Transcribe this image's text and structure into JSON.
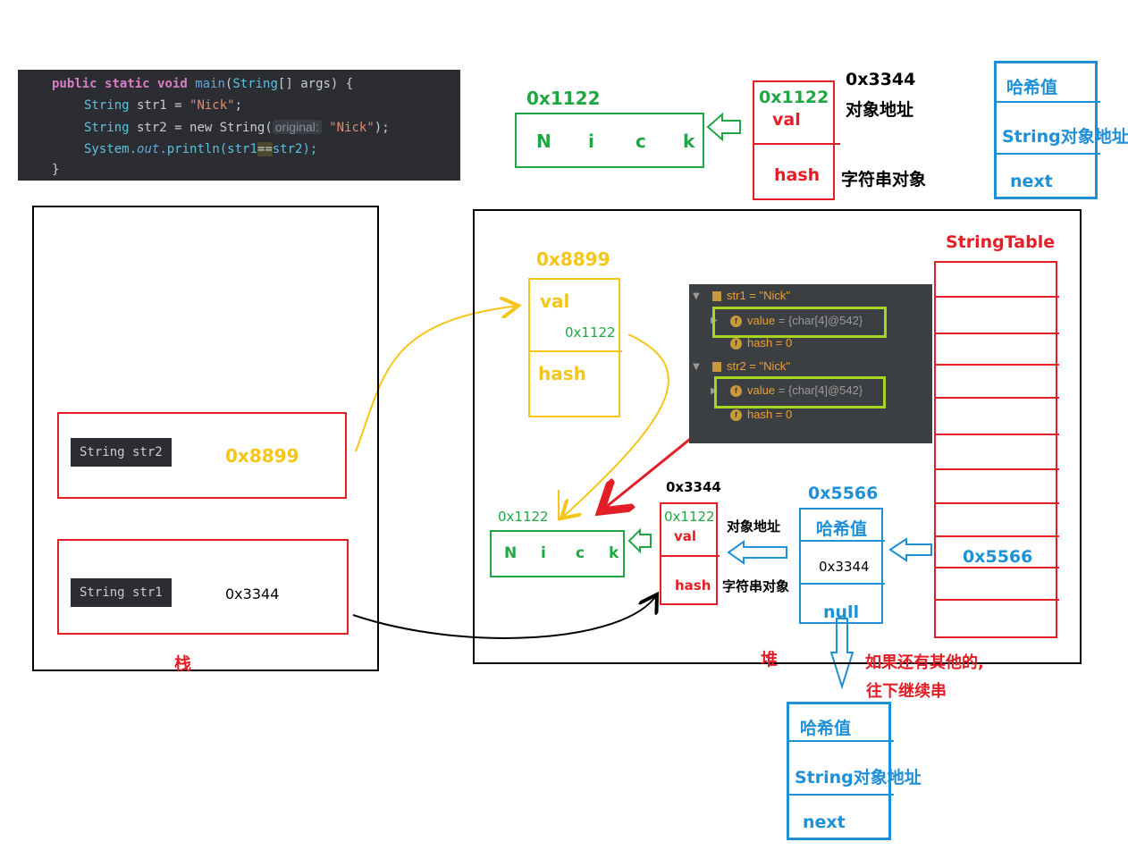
{
  "code": {
    "line1": {
      "kw1": "public",
      "kw2": "static",
      "kw3": "void",
      "fn": "main",
      "rest1": "(",
      "type": "String",
      "rest2": "[] args) {"
    },
    "line2": {
      "type": "String",
      "rest": " str1 = ",
      "str": "\"Nick\"",
      "end": ";"
    },
    "line3": {
      "type": "String",
      "rest": " str2 = ",
      "kw": "new",
      "type2": " String(",
      "hint": "original:",
      "str": "\"Nick\"",
      "end": ");"
    },
    "line4": {
      "cls": "System.",
      "out": "out",
      "call": ".println(str1",
      "op": "==",
      "rest": "str2);"
    },
    "line5": "}"
  },
  "top": {
    "char_addr": "0x1122",
    "chars": [
      "N",
      "i",
      "c",
      "k"
    ],
    "obj_val_addr": "0x1122",
    "obj_val": "val",
    "obj_hash": "hash",
    "obj_addr": "0x3344",
    "obj_addr_label": "对象地址",
    "string_obj_label": "字符串对象",
    "entry_hash": "哈希值",
    "entry_addr": "String对象地址",
    "entry_next": "next"
  },
  "stack": {
    "label": "栈",
    "str2_chip": "String str2",
    "str2_val": "0x8899",
    "str1_chip": "String str1",
    "str1_val": "0x3344"
  },
  "heap": {
    "label": "堆",
    "obj8899_addr": "0x8899",
    "obj8899_val": "val",
    "obj8899_val_addr": "0x1122",
    "obj8899_hash": "hash",
    "chars_addr": "0x1122",
    "chars": [
      "N",
      "i",
      "c",
      "k"
    ],
    "obj3344_addr": "0x3344",
    "obj3344_val_addr": "0x1122",
    "obj3344_val": "val",
    "obj3344_hash": "hash",
    "obj_addr_label": "对象地址",
    "string_obj_label": "字符串对象",
    "entry_addr": "0x5566",
    "entry_hash": "哈希值",
    "entry_obj": "0x3344",
    "entry_next": "null",
    "table_title": "StringTable",
    "table_slot": "0x5566",
    "continue_note1": "如果还有其他的,",
    "continue_note2": "往下继续串"
  },
  "debugger": {
    "str1": "str1 = \"Nick\"",
    "value_label": "value",
    "value_rest": " = {char[4]@542}",
    "hash1": "hash = 0",
    "str2": "str2 = \"Nick\"",
    "hash2": "hash = 0",
    "icon_letter": "f"
  },
  "bottom_entry": {
    "hash": "哈希值",
    "addr": "String对象地址",
    "next": "next"
  },
  "colors": {
    "green": "#21a645",
    "yellow": "#f5c518",
    "red": "#e41e26",
    "blue": "#1e90d8",
    "lime": "#a6d61f"
  }
}
